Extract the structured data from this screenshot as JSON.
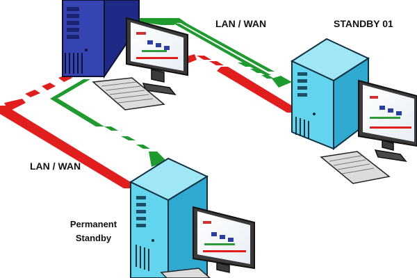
{
  "diagram": {
    "labels": {
      "network_top": "LAN / WAN",
      "network_left": "LAN / WAN",
      "standby_01": "STANDBY 01",
      "permanent_line1": "Permanent",
      "permanent_line2": "Standby"
    },
    "colors": {
      "primary_server": "#2f3fa8",
      "primary_server_side": "#1f2a80",
      "standby_server": "#63d4ee",
      "standby_server_side": "#2fa9cf",
      "link_active": "#1f9a2e",
      "link_return": "#e01e1e",
      "monitor_frame": "#4a4a4a",
      "keyboard": "#d9d9d9"
    },
    "nodes": [
      {
        "role": "primary-server",
        "icon": "server-tower-icon"
      },
      {
        "role": "standby-01-server",
        "icon": "server-tower-icon"
      },
      {
        "role": "permanent-standby-server",
        "icon": "server-tower-icon"
      }
    ],
    "links": [
      {
        "from": "primary",
        "to": "standby-01",
        "color": "green",
        "style": "solid-to-dashed-arrow"
      },
      {
        "from": "standby-01",
        "to": "primary",
        "color": "red",
        "style": "solid-to-dashed-arrow"
      },
      {
        "from": "primary",
        "to": "permanent-standby",
        "color": "green",
        "style": "solid-to-dashed-arrow"
      },
      {
        "from": "permanent-standby",
        "to": "primary",
        "color": "red",
        "style": "solid-to-dashed-arrow"
      }
    ]
  }
}
